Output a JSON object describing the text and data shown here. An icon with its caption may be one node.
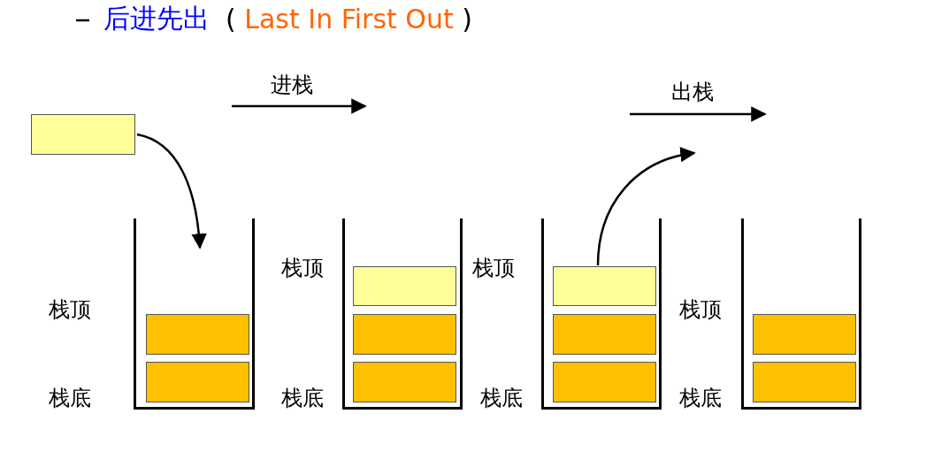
{
  "diagram": {
    "title": "后进先出",
    "nodes": [
      {
        "text": [],
        "shape": "box"
      },
      {
        "text": [],
        "shape": "box",
        "beside": [
          "栈顶",
          "栈底"
        ]
      },
      {
        "text": [],
        "shape": "box",
        "in": 1
      },
      {
        "text": [],
        "shape": "box",
        "in": 1
      },
      {
        "text": [],
        "shape": "box",
        "beside": [
          "栈顶",
          "栈底"
        ]
      },
      {
        "text": [],
        "shape": "box",
        "in": 4
      },
      {
        "text": [],
        "shape": "box",
        "in": 4
      },
      {
        "text": [],
        "shape": "box",
        "in": 4
      },
      {
        "text": [],
        "shape": "box",
        "beside": [
          "栈顶",
          "栈底"
        ]
      },
      {
        "text": [],
        "shape": "box",
        "in": 8
      },
      {
        "text": [],
        "shape": "box",
        "in": 8
      },
      {
        "text": [],
        "shape": "box",
        "in": 8
      },
      {
        "text": [],
        "shape": "box",
        "beside": [
          "栈顶",
          "栈底"
        ]
      },
      {
        "text": [],
        "shape": "box",
        "in": 12
      },
      {
        "text": [],
        "shape": "box",
        "in": 12
      }
    ],
    "edges": [
      {
        "from": 0,
        "to": 1,
        "arrow": "to"
      },
      {
        "from": 9,
        "to": null,
        "arrow": "to"
      }
    ],
    "labels": [
      "( Last In First Out )",
      "进栈",
      "出栈"
    ]
  }
}
